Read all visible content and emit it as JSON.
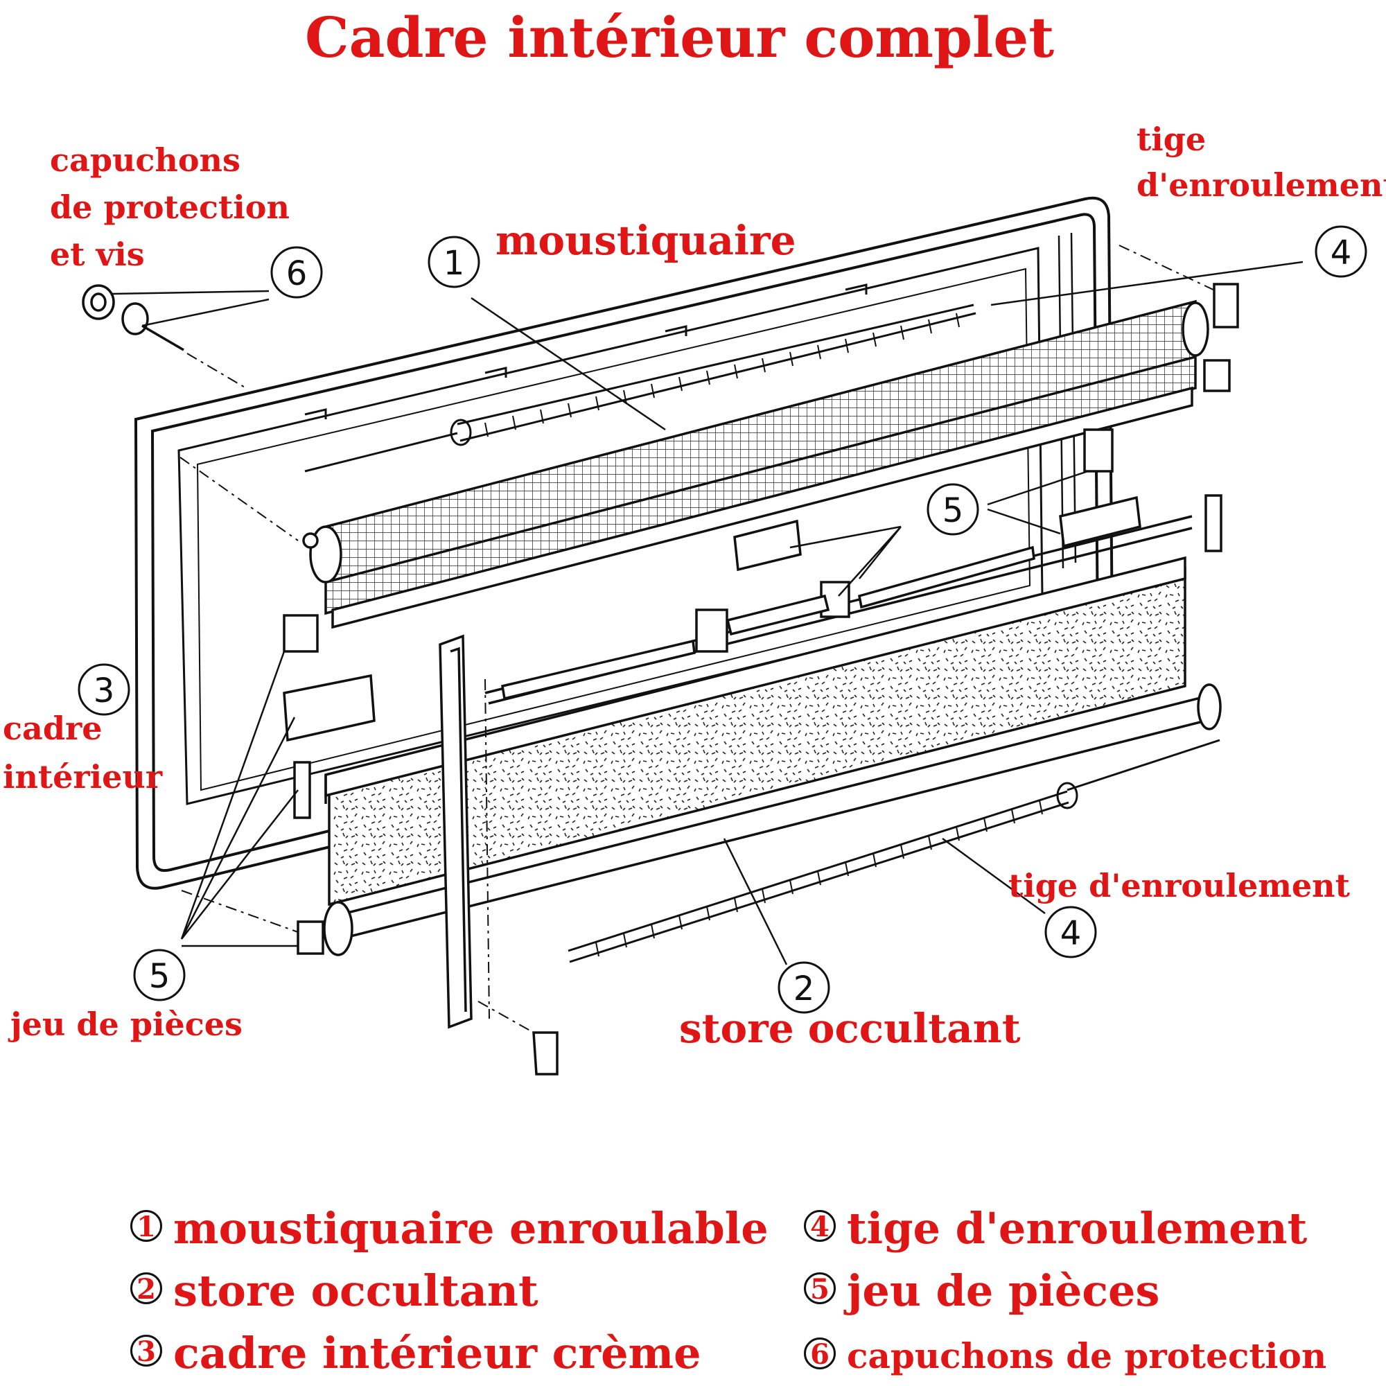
{
  "title": "Cadre intérieur complet",
  "callouts": {
    "moustiquaire": "moustiquaire",
    "capuchons": [
      "capuchons",
      "de protection",
      "et vis"
    ],
    "tige_top": [
      "tige",
      "d'enroulement"
    ],
    "cadre": [
      "cadre",
      "intérieur"
    ],
    "tige_bottom": "tige d'enroulement",
    "jeu": "jeu de pièces",
    "store": "store occultant"
  },
  "part_numbers": [
    "1",
    "2",
    "3",
    "4",
    "4",
    "5",
    "5",
    "6"
  ],
  "legend": [
    {
      "num": "1",
      "label": "moustiquaire enroulable"
    },
    {
      "num": "2",
      "label": "store occultant"
    },
    {
      "num": "3",
      "label": "cadre intérieur crème"
    },
    {
      "num": "4",
      "label": "tige d'enroulement"
    },
    {
      "num": "5",
      "label": "jeu de pièces"
    },
    {
      "num": "6",
      "label": "capuchons de protection"
    }
  ],
  "colors": {
    "label": "#e01616",
    "line": "#111111"
  }
}
